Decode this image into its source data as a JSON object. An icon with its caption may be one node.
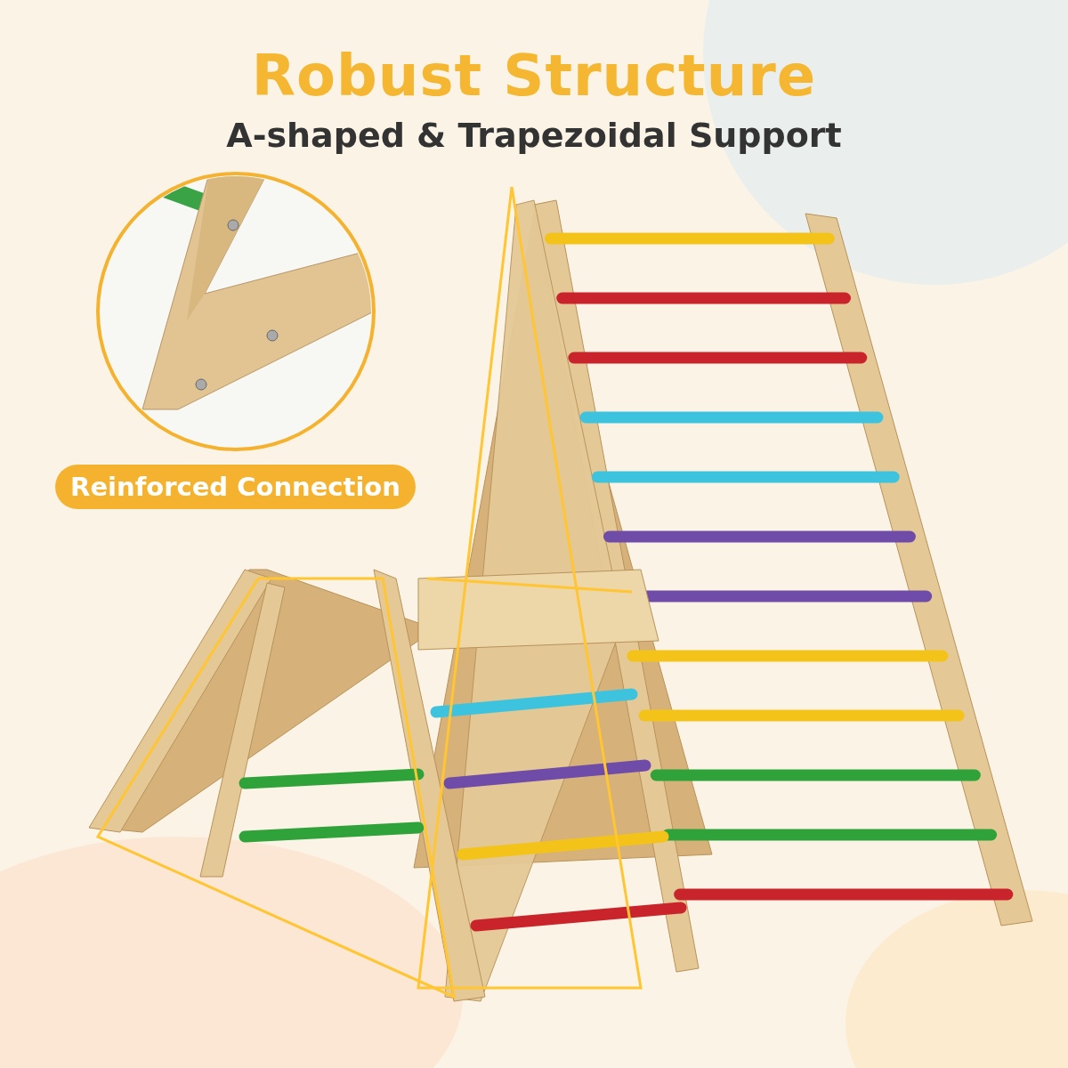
{
  "diagram": {
    "title": "Robust Structure",
    "nodes": [
      {
        "text": [
          "Reinforced Connection"
        ]
      }
    ],
    "edges": [],
    "labels": [
      "A-shaped & Trapezoidal Support"
    ]
  }
}
